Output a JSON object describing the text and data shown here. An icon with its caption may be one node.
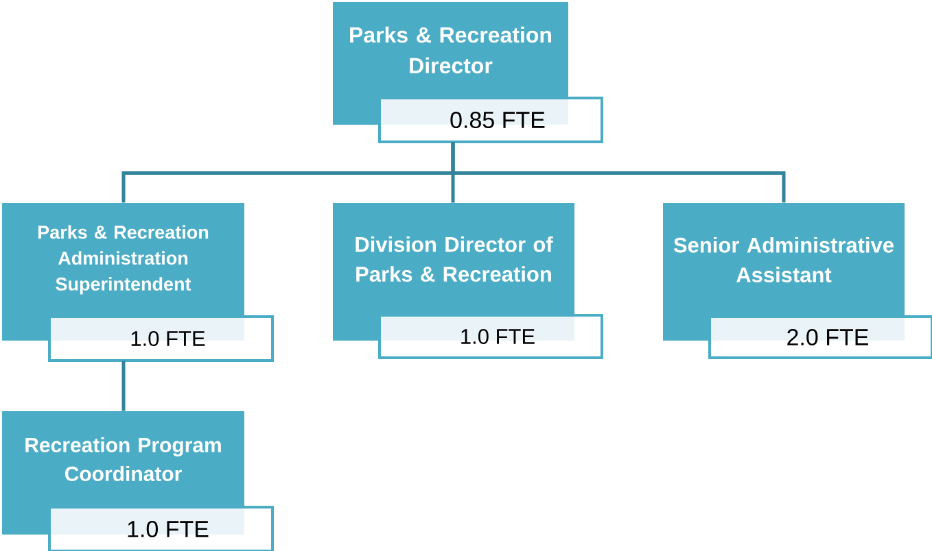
{
  "diagram": {
    "nodes": [
      {
        "text": [
          "Parks & Recreation Director",
          "0.85 FTE"
        ]
      },
      {
        "text": [
          "Parks & Recreation Administration Superintendent",
          "1.0 FTE"
        ]
      },
      {
        "text": [
          "Division Director of Parks & Recreation",
          "1.0 FTE"
        ]
      },
      {
        "text": [
          "Senior Administrative Assistant",
          "2.0 FTE"
        ]
      },
      {
        "text": [
          "Recreation Program Coordinator",
          "1.0 FTE"
        ]
      }
    ],
    "edges": [
      {
        "from": 0,
        "to": 1,
        "arrow": "none"
      },
      {
        "from": 0,
        "to": 2,
        "arrow": "none"
      },
      {
        "from": 0,
        "to": 3,
        "arrow": "none"
      },
      {
        "from": 1,
        "to": 4,
        "arrow": "none"
      }
    ]
  }
}
